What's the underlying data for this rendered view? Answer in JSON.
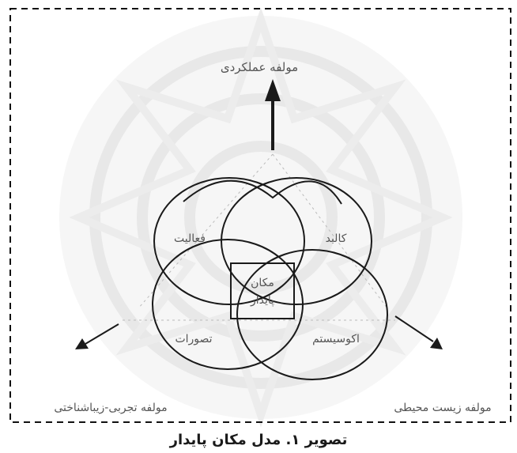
{
  "diagram": {
    "top_label": "مولفه عملکردی",
    "bottom_left_label": "مولفه تجربی-زیباشناختی",
    "bottom_right_label": "مولفه زیست محیطی",
    "circles": {
      "top_left": "فعالیت",
      "top_right": "کالبد",
      "bottom_left": "تصورات",
      "bottom_right": "اکوسیستم"
    },
    "center_line1": "مکان",
    "center_line2": "پایدار"
  },
  "caption": "تصویر ۱. مدل مکان پایدار",
  "colors": {
    "frame": "#111111",
    "line": "#1a1a1a",
    "text": "#555555",
    "watermark": "#e8e8e8"
  }
}
